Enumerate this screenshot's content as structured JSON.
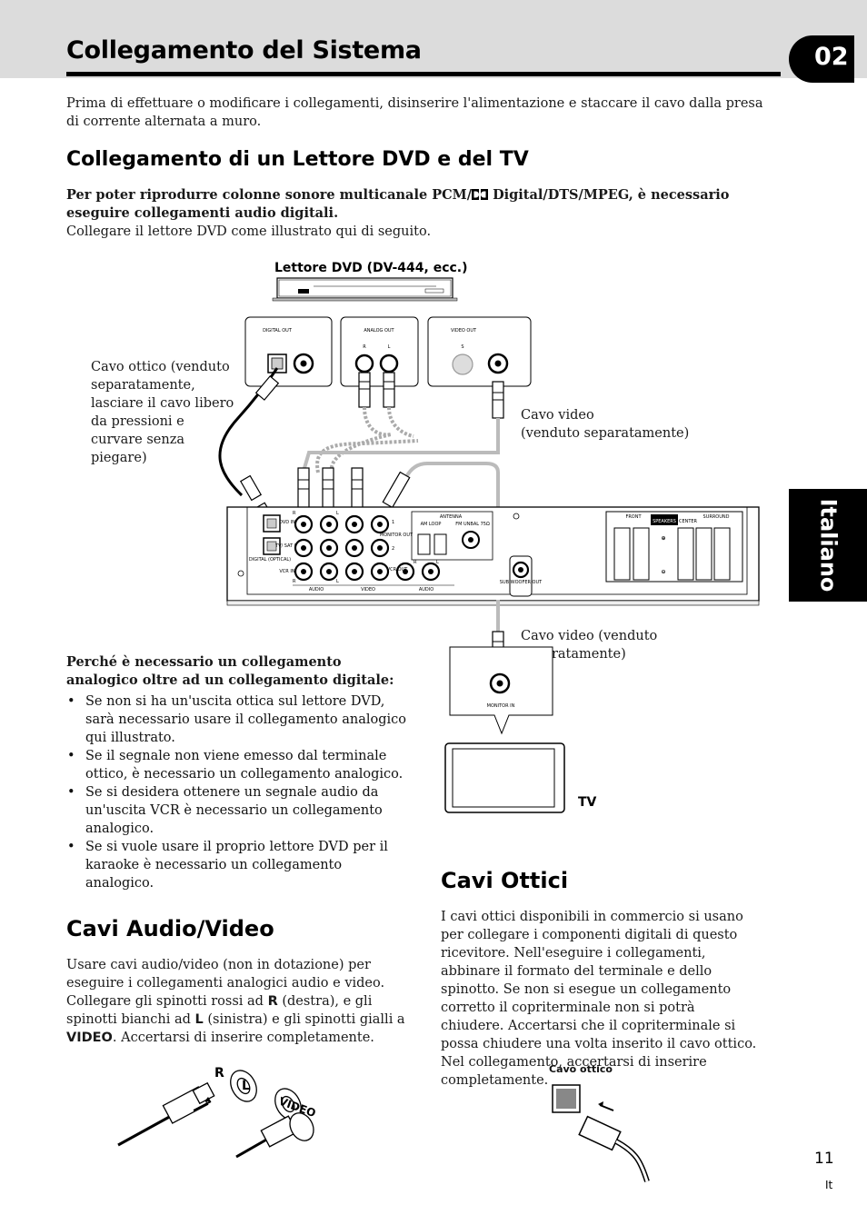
{
  "header": {
    "title": "Collegamento del Sistema",
    "chapter": "02",
    "side_tab": "Italiano"
  },
  "intro": "Prima di effettuare o modificare i collegamenti, disinserire l'alimentazione e staccare il cavo dalla presa di corrente alternata a muro.",
  "section_dvd": {
    "heading": "Collegamento di un Lettore DVD e del TV",
    "bold_note_1": "Per poter riprodurre colonne sonore multicanale PCM/",
    "bold_note_2": " Digital/DTS/MPEG, è necessario eseguire collegamenti audio digitali.",
    "instruction": "Collegare il lettore DVD come illustrato qui di seguito."
  },
  "diagram": {
    "dvd_label": "Lettore DVD (DV-444, ecc.)",
    "optical_cable_note": "Cavo ottico (venduto separatamente, lasciare il cavo libero da pressioni e curvare senza piegare)",
    "video_cable_note_1": "Cavo video",
    "video_cable_note_2": "(venduto separatamente)",
    "video_cable_note_tv": "Cavo video (venduto separatamente)",
    "tv_label": "TV",
    "dvd_panel": {
      "digital_out": "DIGITAL OUT",
      "analog_out": "ANALOG OUT",
      "video_out": "VIDEO OUT",
      "r": "R",
      "l": "L",
      "s": "S"
    },
    "receiver_panel": {
      "dvd_in": "DVD IN",
      "tv_sat_in": "TV/ SAT IN",
      "digital_optical": "DIGITAL (OPTICAL)",
      "vcr_in": "VCR IN",
      "audio": "AUDIO",
      "video": "VIDEO",
      "monitor_out": "MONITOR OUT",
      "vcr_out": "VCR OUT",
      "antenna": "ANTENNA",
      "am_loop": "AM LOOP",
      "fm_unbal": "FM UNBAL 75Ω",
      "sub_woofer_out": "SUB WOOFER OUT",
      "front": "FRONT",
      "speakers": "SPEAKERS",
      "center": "CENTER",
      "surround": "SURROUND",
      "r": "R",
      "l": "L",
      "one": "1",
      "two": "2"
    },
    "tv_panel": {
      "monitor_in": "MONITOR IN"
    }
  },
  "analog_why": {
    "heading": "Perché è necessario un collegamento analogico oltre ad un collegamento digitale:",
    "bullets": [
      "Se non si ha un'uscita ottica sul lettore DVD, sarà necessario usare il collegamento analogico qui illustrato.",
      "Se il segnale non viene emesso dal terminale ottico, è necessario un collegamento analogico.",
      "Se si desidera ottenere un segnale audio da un'uscita VCR è necessario un collegamento analogico.",
      "Se si vuole usare il proprio lettore DVD per il karaoke è necessario un collegamento analogico."
    ]
  },
  "section_av": {
    "heading": "Cavi Audio/Video",
    "p1": "Usare cavi audio/video (non in dotazione) per eseguire i collegamenti analogici audio e video.",
    "p2_a": "Collegare gli spinotti rossi ad ",
    "p2_r": "R",
    "p2_b": " (destra), e gli spinotti bianchi ad ",
    "p2_l": "L",
    "p2_c": " (sinistra) e gli spinotti gialli a ",
    "p2_video": "VIDEO",
    "p2_d": ". Accertarsi di inserire completamente.",
    "fig_r": "R",
    "fig_l": "L",
    "fig_video": "VIDEO"
  },
  "section_optical": {
    "heading": "Cavi Ottici",
    "body": "I cavi ottici disponibili in commercio si usano per collegare i componenti digitali di questo ricevitore. Nell'eseguire i collegamenti, abbinare il formato del terminale e dello spinotto. Se non si esegue un collegamento corretto il copriterminale non si potrà chiudere. Accertarsi che il copriterminale si possa chiudere una volta inserito il cavo ottico. Nel collegamento, accertarsi di inserire completamente.",
    "fig_label": "Cavo ottico"
  },
  "footer": {
    "page_number": "11",
    "lang": "It"
  }
}
